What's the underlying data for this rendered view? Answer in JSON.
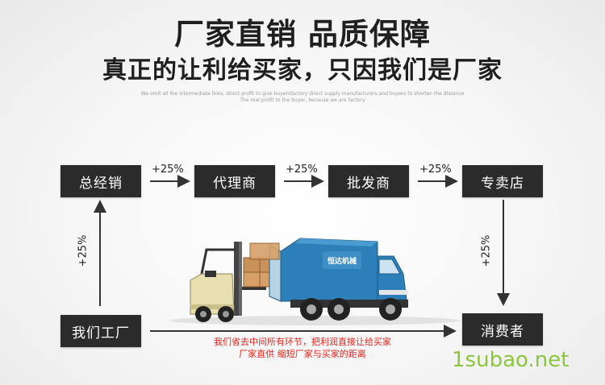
{
  "header": {
    "title_line1": "厂家直销  品质保障",
    "title_line2": "真正的让利给买家，只因我们是厂家",
    "sub_line1": "We omit all the intermediate links, direct profit to give buyersfactory direct supply manufacturers and buyers to shorten the distance",
    "sub_line2": "The real profit to the buyer, because we are factory"
  },
  "flow": {
    "boxes": {
      "distributor": "总经销",
      "agent": "代理商",
      "wholesaler": "批发商",
      "store": "专卖店",
      "factory": "我们工厂",
      "consumer": "消费者"
    },
    "markups": {
      "distributor_to_agent": "+25%",
      "agent_to_wholesaler": "+25%",
      "wholesaler_to_store": "+25%",
      "factory_to_distributor": "+25%",
      "store_to_consumer": "+25%"
    }
  },
  "caption": {
    "line1": "我们省去中间所有环节，把利润直接让给买家",
    "line2": "厂家直供  缩短厂家与买家的距离"
  },
  "truck": {
    "logo_text": "恒达机械"
  },
  "watermark": "1subao.net",
  "colors": {
    "box_bg": "#2b2b2b",
    "caption_red": "#e2231a",
    "truck_blue": "#2c7fb8",
    "forklift_beige": "#e8dfb0",
    "watermark_green": "#8cc63f"
  }
}
